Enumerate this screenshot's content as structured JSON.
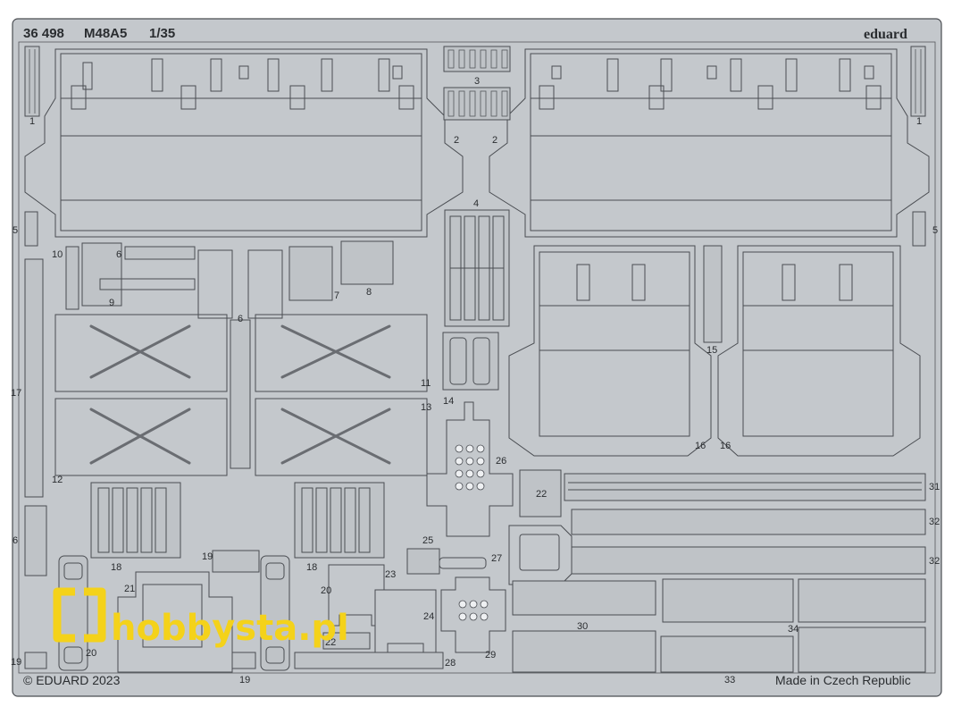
{
  "header": {
    "code": "36 498",
    "model": "M48A5",
    "scale": "1/35",
    "brand": "eduard"
  },
  "footer": {
    "copyright": "© EDUARD 2023",
    "origin": "Made in Czech Republic"
  },
  "watermark": {
    "text": "hobbysta.pl",
    "color": "#f4d21a",
    "icon": "bracket-logo-icon"
  },
  "colors": {
    "fret": "#c4c8cc",
    "outline": "#4a4d52"
  },
  "part_labels": {
    "p1a": "1",
    "p1b": "1",
    "p2a": "2",
    "p2b": "2",
    "p3": "3",
    "p4": "4",
    "p5a": "5",
    "p5b": "5",
    "p6a": "6",
    "p6b": "6",
    "p6c": "6",
    "p7": "7",
    "p8": "8",
    "p9": "9",
    "p10": "10",
    "p11": "11",
    "p12": "12",
    "p13": "13",
    "p14": "14",
    "p15": "15",
    "p16a": "16",
    "p16b": "16",
    "p17": "17",
    "p18a": "18",
    "p18b": "18",
    "p19a": "19",
    "p19b": "19",
    "p19c": "19",
    "p20a": "20",
    "p20b": "20",
    "p21": "21",
    "p22a": "22",
    "p22b": "22",
    "p23": "23",
    "p24": "24",
    "p25": "25",
    "p26": "26",
    "p27": "27",
    "p28": "28",
    "p29": "29",
    "p30": "30",
    "p31": "31",
    "p32a": "32",
    "p32b": "32",
    "p33": "33",
    "p34": "34"
  }
}
